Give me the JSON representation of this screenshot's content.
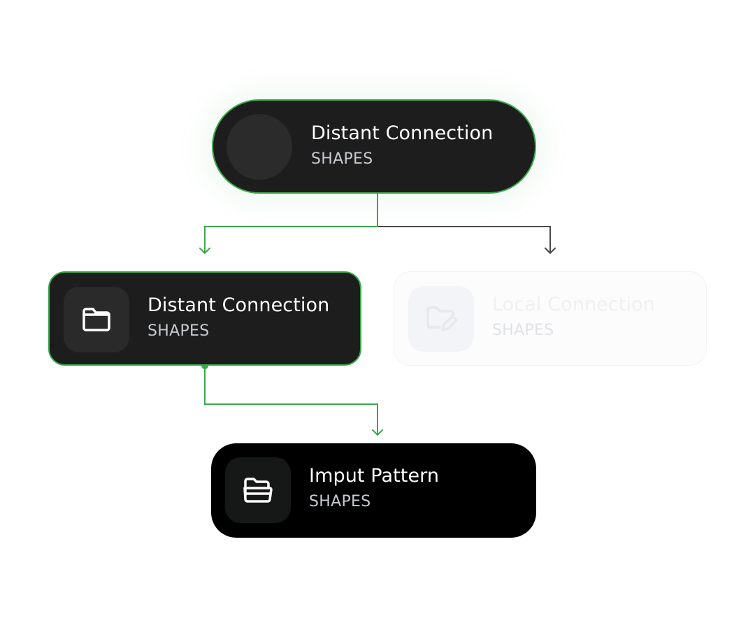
{
  "colors": {
    "active_edge": "#3aa84a",
    "inactive_edge": "#4a4a4a",
    "node_dark": "#1d1d1d",
    "node_black": "#000000",
    "node_disabled": "#fcfcfd"
  },
  "nodes": {
    "root": {
      "title": "Distant Connection",
      "subtitle": "SHAPES",
      "icon": "placeholder-circle",
      "state": "active"
    },
    "distant": {
      "title": "Distant Connection",
      "subtitle": "SHAPES",
      "icon": "folder-icon",
      "state": "active"
    },
    "local": {
      "title": "Local Connection",
      "subtitle": "SHAPES",
      "icon": "folder-edit-icon",
      "state": "disabled"
    },
    "input": {
      "title": "Imput Pattern",
      "subtitle": "SHAPES",
      "icon": "folder-open-icon",
      "state": "default"
    }
  },
  "edges": [
    {
      "from": "root",
      "to": "distant",
      "state": "active"
    },
    {
      "from": "root",
      "to": "local",
      "state": "inactive"
    },
    {
      "from": "distant",
      "to": "input",
      "state": "active"
    }
  ]
}
